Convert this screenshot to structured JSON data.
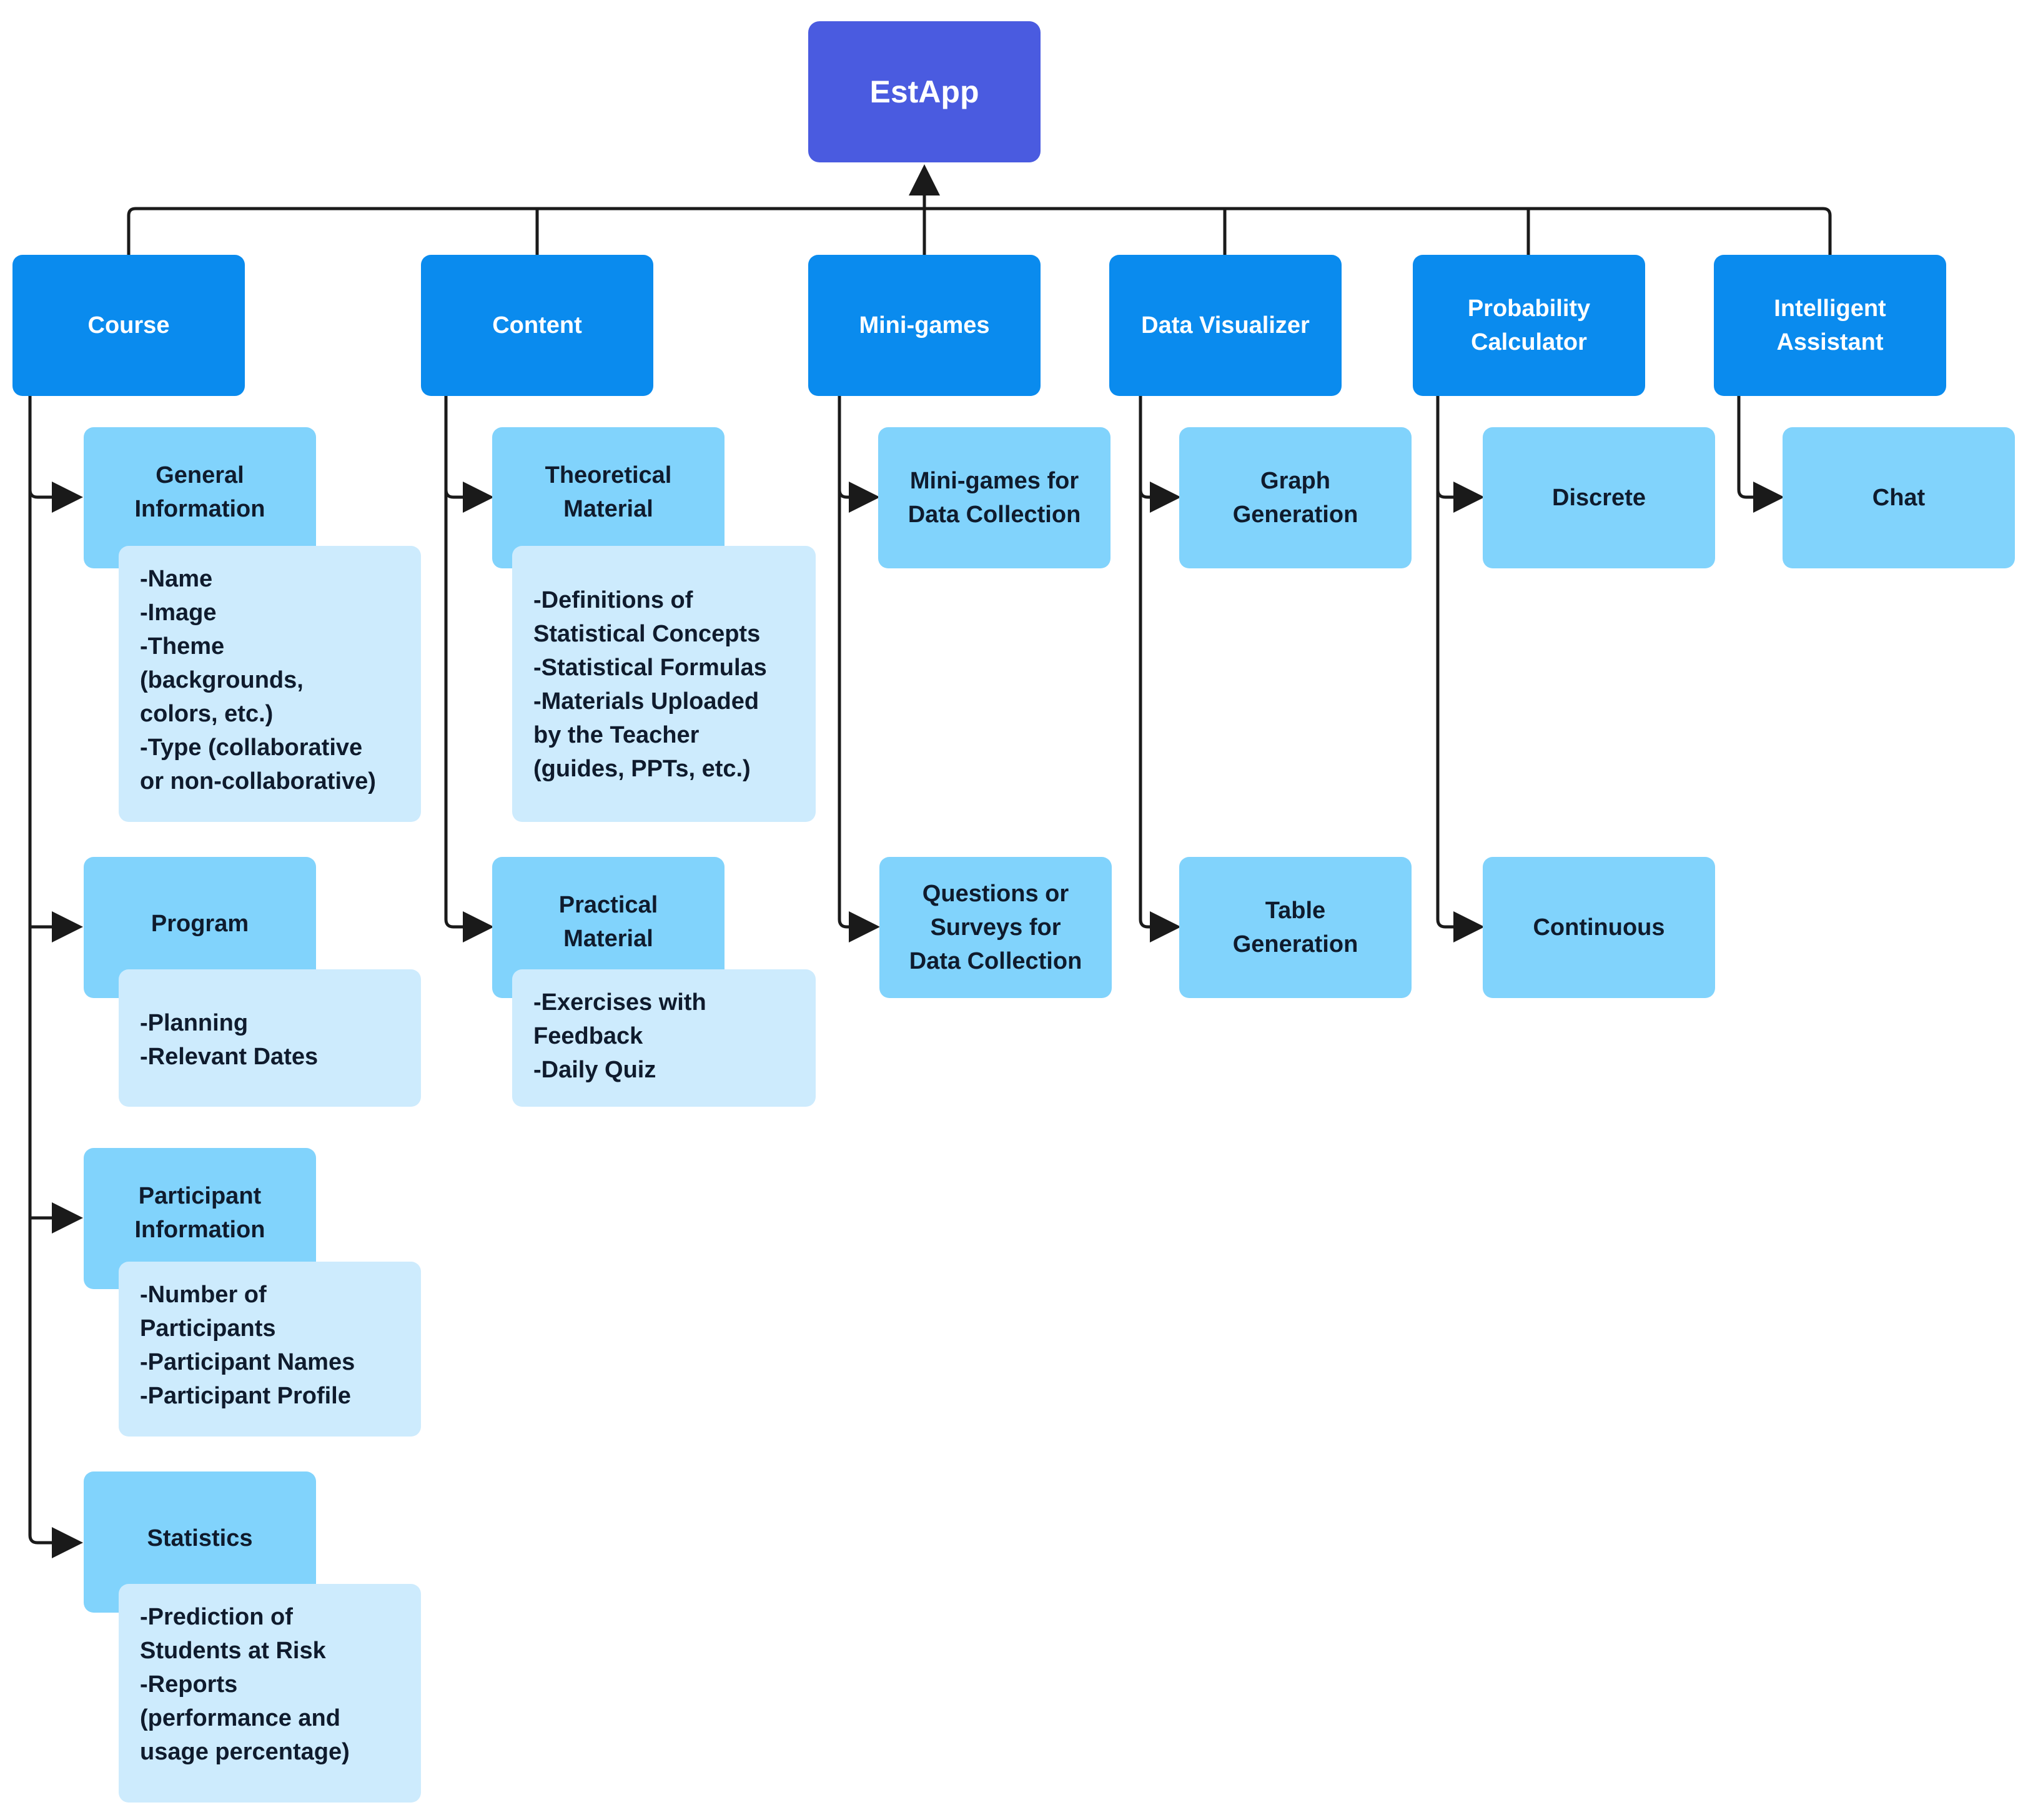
{
  "root": {
    "label": "EstApp"
  },
  "categories": [
    {
      "label": "Course"
    },
    {
      "label": "Content"
    },
    {
      "label": "Mini-games"
    },
    {
      "label": "Data Visualizer"
    },
    {
      "label": "Probability\nCalculator"
    },
    {
      "label": "Intelligent\nAssistant"
    }
  ],
  "course": {
    "general_information": {
      "label": "General\nInformation",
      "details": "-Name\n-Image\n-Theme\n(backgrounds,\ncolors, etc.)\n-Type (collaborative\nor non-collaborative)"
    },
    "program": {
      "label": "Program",
      "details": "-Planning\n-Relevant Dates"
    },
    "participant_information": {
      "label": "Participant\nInformation",
      "details": "-Number of\nParticipants\n-Participant Names\n-Participant Profile"
    },
    "statistics": {
      "label": "Statistics",
      "details": "-Prediction of\nStudents at Risk\n-Reports\n(performance and\nusage percentage)"
    }
  },
  "content": {
    "theoretical_material": {
      "label": "Theoretical\nMaterial",
      "details": "-Definitions of\nStatistical Concepts\n-Statistical Formulas\n-Materials Uploaded\nby the Teacher\n(guides, PPTs, etc.)"
    },
    "practical_material": {
      "label": "Practical\nMaterial",
      "details": "-Exercises with\nFeedback\n-Daily Quiz"
    }
  },
  "minigames": {
    "data_collection_games": {
      "label": "Mini-games for\nData Collection"
    },
    "surveys": {
      "label": "Questions or\nSurveys for\nData Collection"
    }
  },
  "data_visualizer": {
    "graph_generation": {
      "label": "Graph\nGeneration"
    },
    "table_generation": {
      "label": "Table\nGeneration"
    }
  },
  "probability_calculator": {
    "discrete": {
      "label": "Discrete"
    },
    "continuous": {
      "label": "Continuous"
    }
  },
  "intelligent_assistant": {
    "chat": {
      "label": "Chat"
    }
  },
  "colors": {
    "root": "#4A5BE0",
    "category": "#0A8BEE",
    "subnode": "#81D3FC",
    "detail": "#CDEBFD",
    "connector": "#1a1a1a"
  }
}
